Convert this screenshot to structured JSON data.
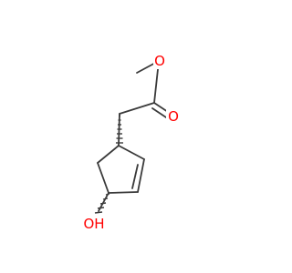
{
  "molecule": {
    "atoms": {
      "ester_oxygen": {
        "symbol": "O",
        "color": "#ff0000"
      },
      "carbonyl_oxygen": {
        "symbol": "O",
        "color": "#ff0000"
      },
      "hydroxyl": {
        "symbol": "OH",
        "color": "#ff0000"
      }
    },
    "bond_color": "#3a3a3a",
    "stereo_bonds": [
      "hashed-wedge",
      "hashed-wedge"
    ]
  }
}
